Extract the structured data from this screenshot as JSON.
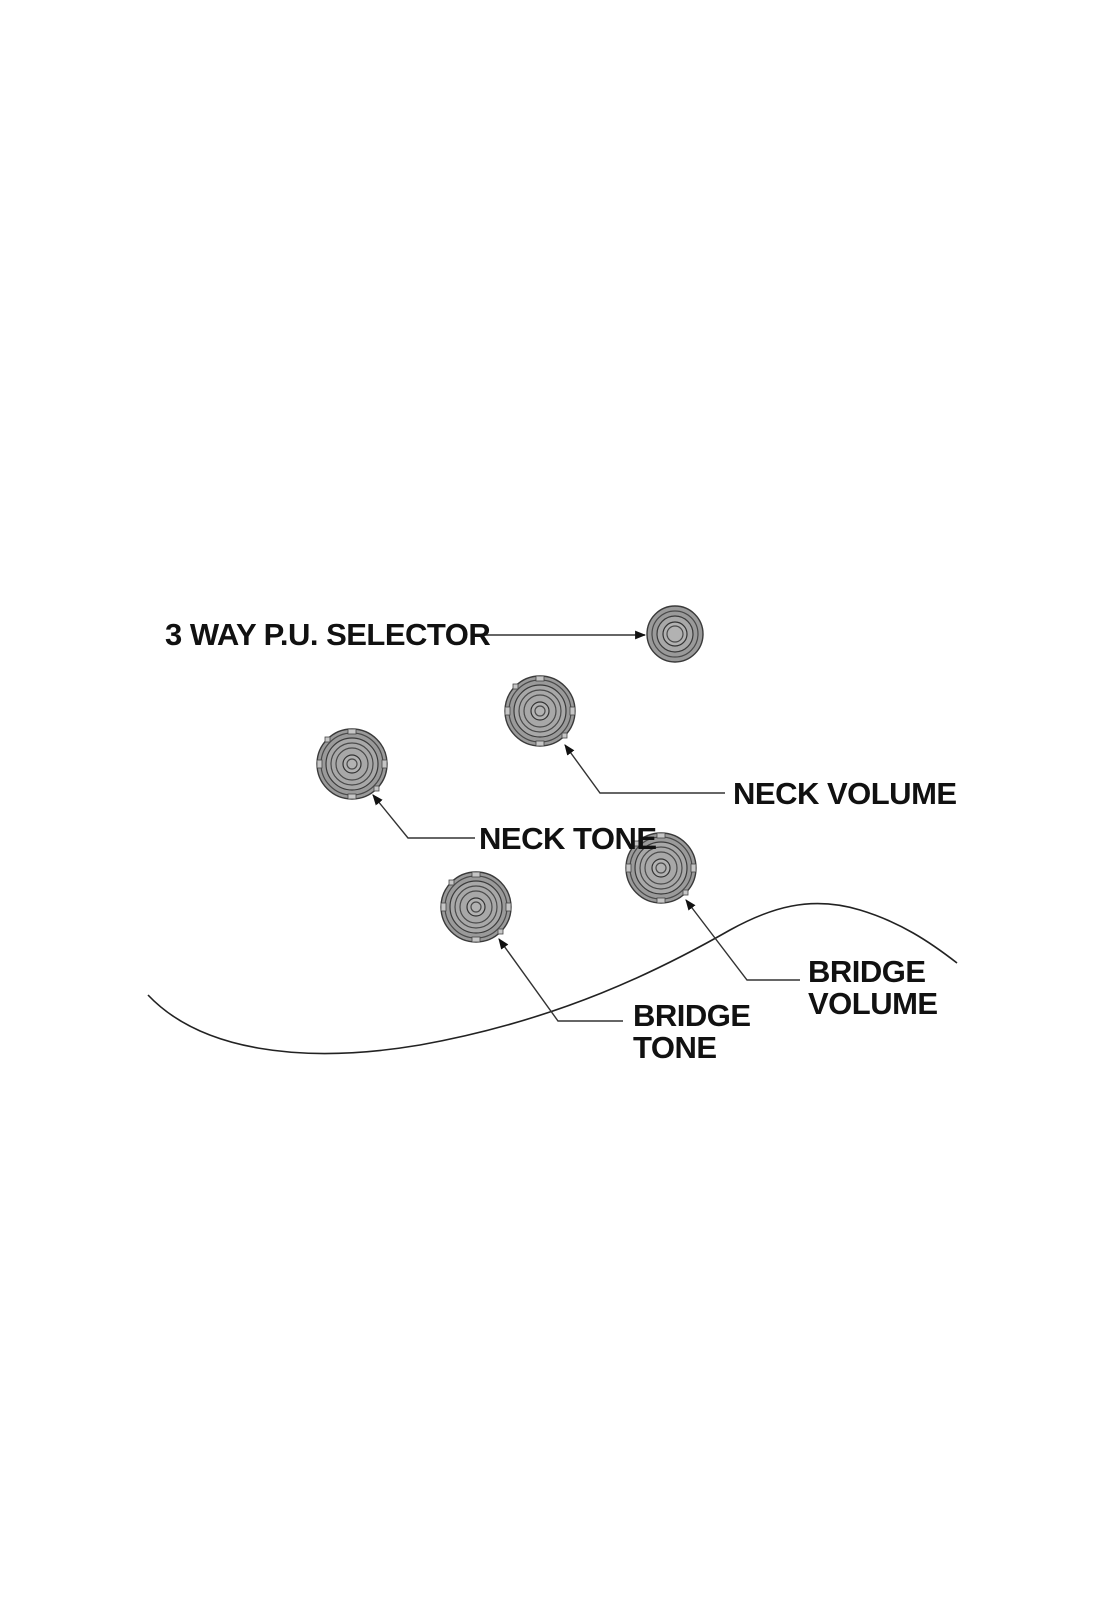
{
  "labels": {
    "selector": "3 WAY P.U. SELECTOR",
    "neck_volume": "NECK VOLUME",
    "neck_tone": "NECK TONE",
    "bridge_volume": [
      "BRIDGE",
      "VOLUME"
    ],
    "bridge_tone": [
      "BRIDGE",
      "TONE"
    ]
  },
  "colors": {
    "knob_fill": "#9a9a9a",
    "outline": "#333333",
    "text": "#111111"
  }
}
